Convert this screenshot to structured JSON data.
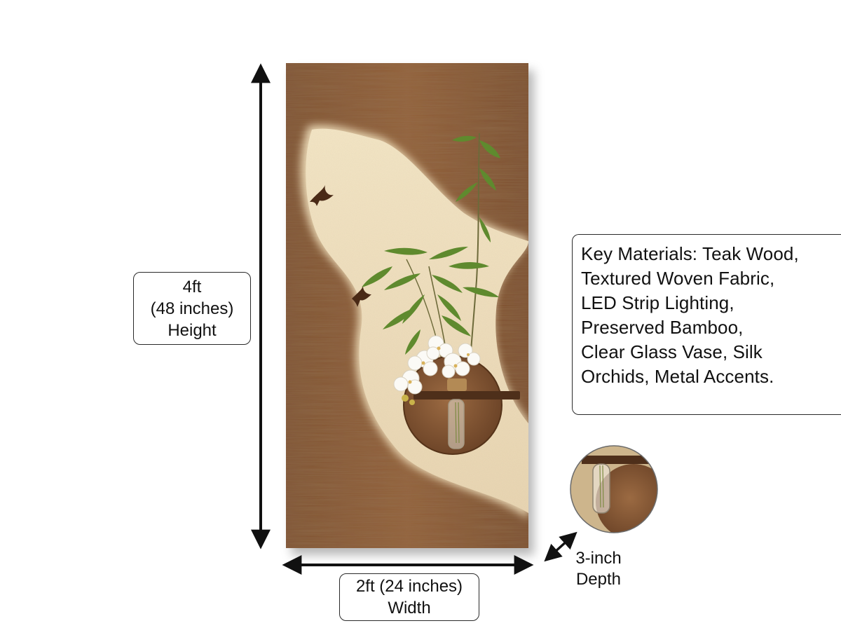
{
  "height_label": {
    "line1": "4ft",
    "line2": "(48 inches)",
    "line3": "Height"
  },
  "width_label": {
    "line1": "2ft (24 inches)",
    "line2": "Width"
  },
  "depth_label": {
    "line1": "3-inch",
    "line2": "Depth"
  },
  "materials": {
    "lines": [
      "Key Materials: Teak Wood,",
      "Textured Woven Fabric,",
      "LED Strip Lighting,",
      "Preserved Bamboo,",
      "Clear Glass Vase, Silk",
      "Orchids, Metal Accents."
    ]
  },
  "colors": {
    "wood": "#8a5a36",
    "wood_dark": "#6f4528",
    "fabric": "#efe0c2",
    "glow": "#fff6dc",
    "leaf": "#5f8a2e",
    "orchid": "#fbfaf6",
    "arrow": "#111111"
  }
}
